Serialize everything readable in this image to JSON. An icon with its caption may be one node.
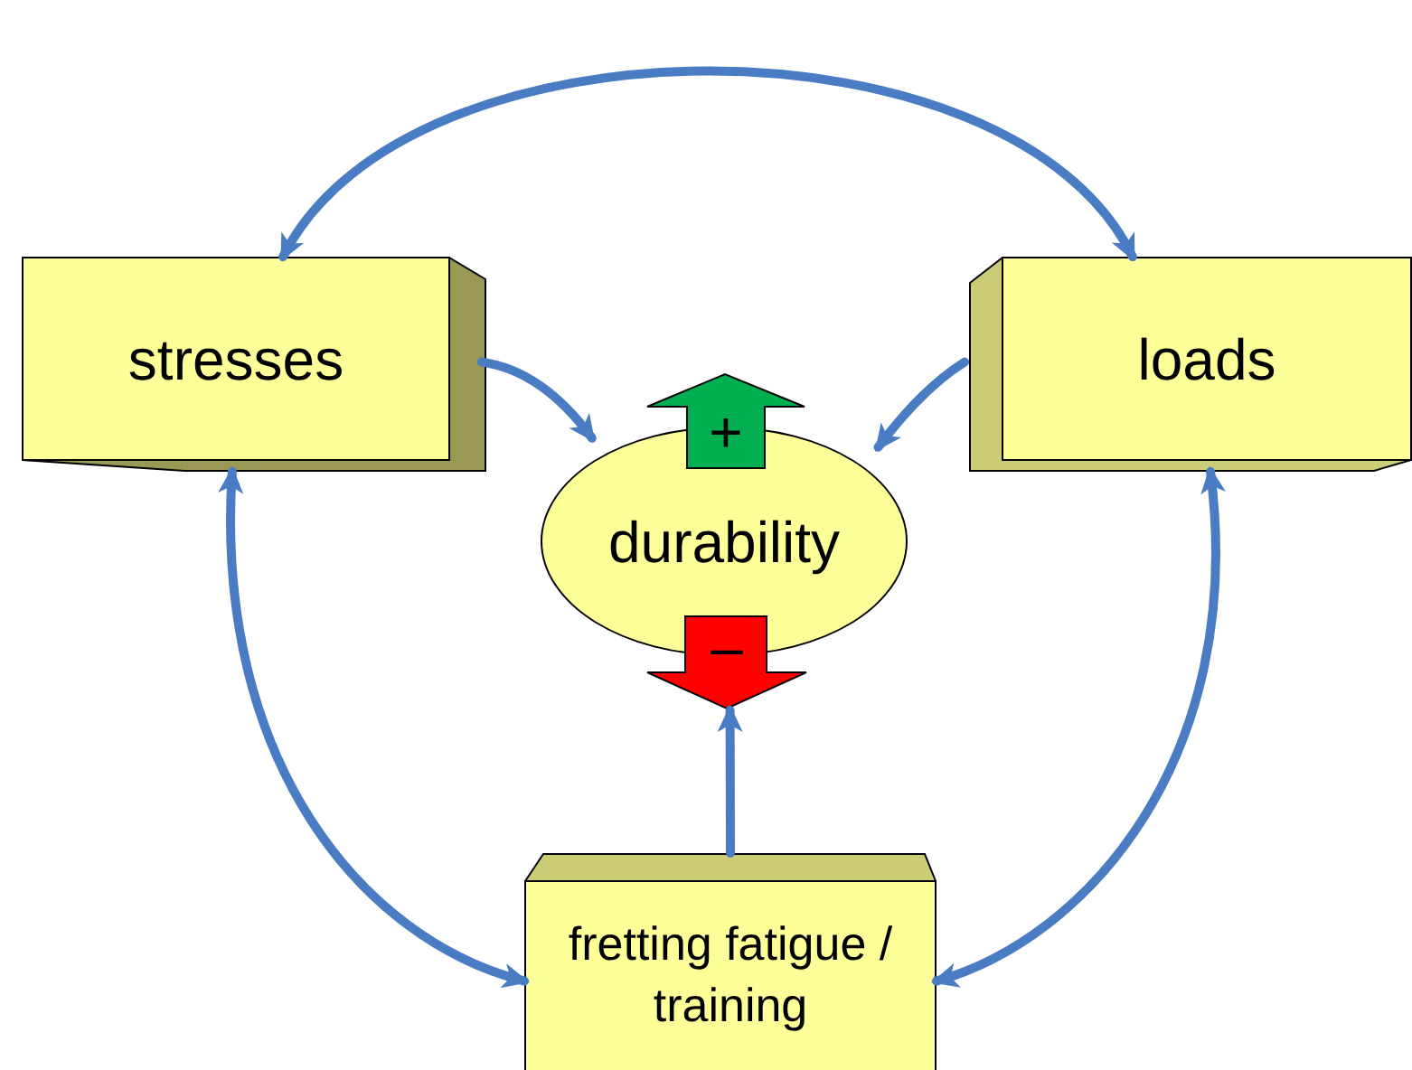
{
  "diagram": {
    "nodes": [
      {
        "text": [
          "stresses"
        ]
      },
      {
        "text": [
          "loads"
        ]
      },
      {
        "text": [
          "+"
        ]
      },
      {
        "text": [
          "durability"
        ]
      },
      {
        "text": [
          "–"
        ]
      },
      {
        "text": [
          "fretting fatigue / training"
        ]
      }
    ],
    "edges": [
      {
        "from": 0,
        "to": 1,
        "arrow": "both"
      },
      {
        "from": 0,
        "to": 3,
        "arrow": "to"
      },
      {
        "from": 1,
        "to": 3,
        "arrow": "to"
      },
      {
        "from": 5,
        "to": 4,
        "arrow": "to"
      },
      {
        "from": 0,
        "to": 5,
        "arrow": "both"
      },
      {
        "from": 1,
        "to": 5,
        "arrow": "both"
      }
    ]
  }
}
